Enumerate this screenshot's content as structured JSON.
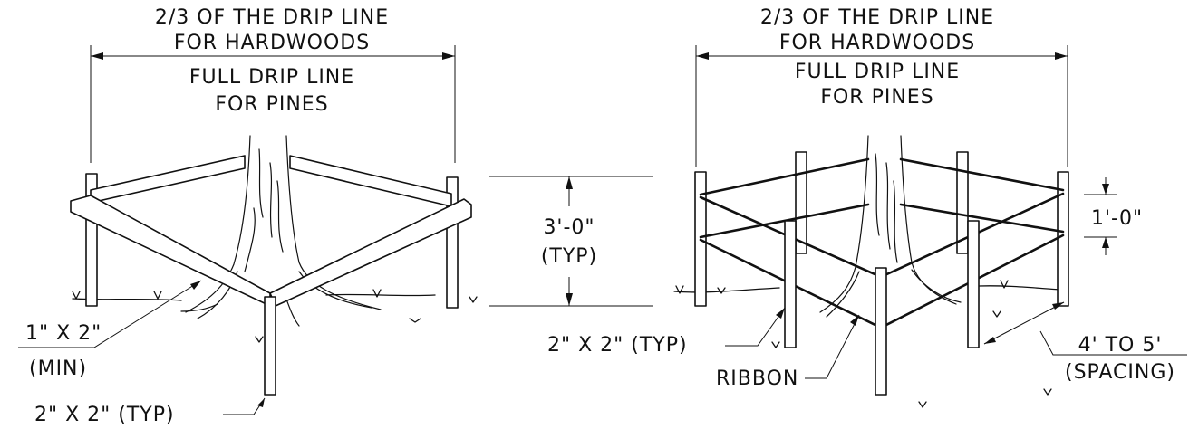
{
  "left_fence": {
    "dripline_label_1": "2/3 OF THE DRIP LINE",
    "dripline_label_2": "FOR HARDWOODS",
    "pines_label_1": "FULL DRIP LINE",
    "pines_label_2": "FOR PINES",
    "rail_label": "1\" X 2\"",
    "rail_min": "(MIN)",
    "post_label": "2\" X 2\" (TYP)"
  },
  "center": {
    "height_label": "3'-0\"",
    "height_typ": "(TYP)"
  },
  "right_fence": {
    "dripline_label_1": "2/3 OF THE DRIP LINE",
    "dripline_label_2": "FOR HARDWOODS",
    "pines_label_1": "FULL DRIP LINE",
    "pines_label_2": "FOR PINES",
    "ribbon_gap_label": "1'-0\"",
    "post_label": "2\" X 2\" (TYP)",
    "ribbon_label": "RIBBON",
    "spacing_label": "4' TO 5'",
    "spacing_note": "(SPACING)"
  }
}
